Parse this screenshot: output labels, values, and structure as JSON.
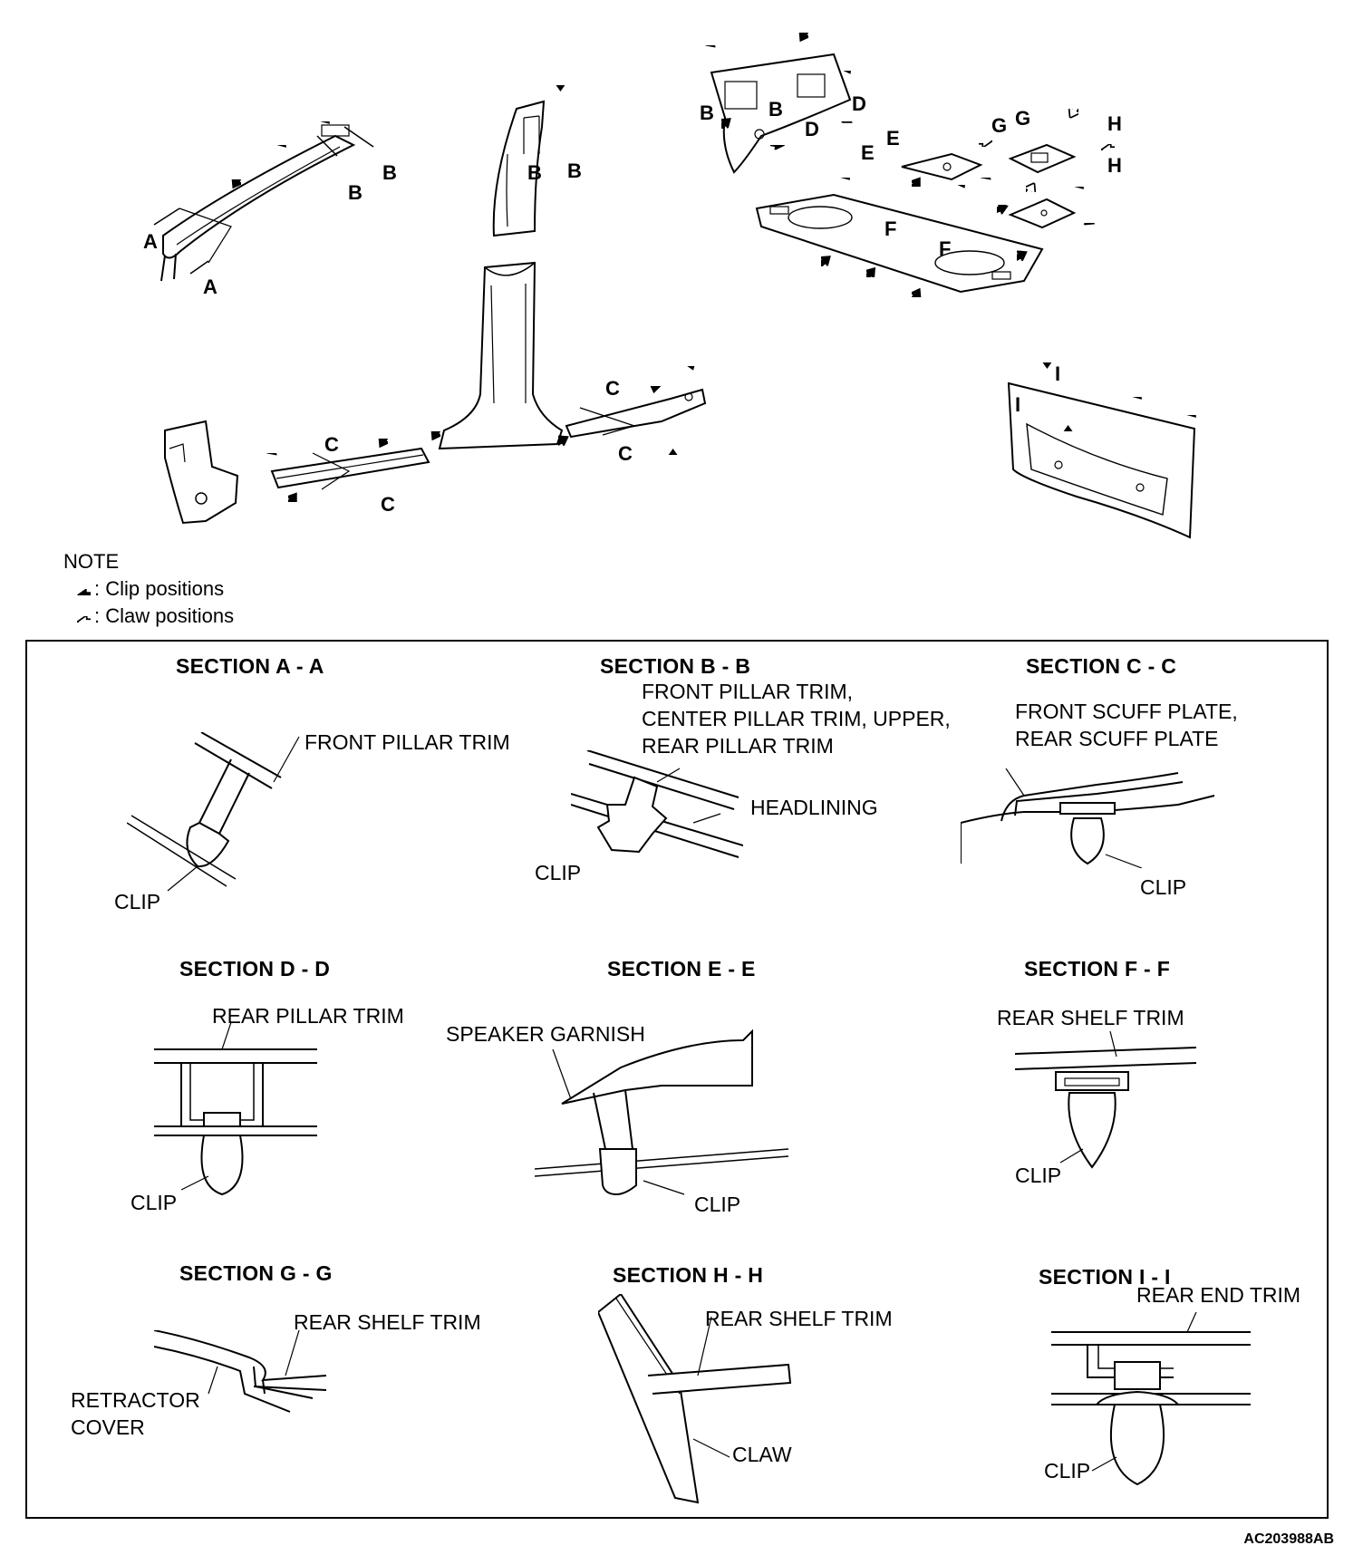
{
  "legend": {
    "title": "NOTE",
    "clip": ": Clip positions",
    "claw": ": Claw positions"
  },
  "part_letters": {
    "a": "A",
    "b": "B",
    "c": "C",
    "d": "D",
    "e": "E",
    "f": "F",
    "g": "G",
    "h": "H",
    "i": "I"
  },
  "sections": {
    "aa": {
      "title": "SECTION A - A",
      "part": "FRONT PILLAR TRIM",
      "clip": "CLIP"
    },
    "bb": {
      "title": "SECTION B - B",
      "part_lines": [
        "FRONT PILLAR TRIM,",
        "CENTER PILLAR TRIM, UPPER,",
        "REAR PILLAR TRIM"
      ],
      "headlining": "HEADLINING",
      "clip": "CLIP"
    },
    "cc": {
      "title": "SECTION C - C",
      "part_lines": [
        "FRONT SCUFF PLATE,",
        "REAR SCUFF PLATE"
      ],
      "clip": "CLIP"
    },
    "dd": {
      "title": "SECTION D - D",
      "part": "REAR PILLAR TRIM",
      "clip": "CLIP"
    },
    "ee": {
      "title": "SECTION E - E",
      "part": "SPEAKER GARNISH",
      "clip": "CLIP"
    },
    "ff": {
      "title": "SECTION F - F",
      "part": "REAR SHELF TRIM",
      "clip": "CLIP"
    },
    "gg": {
      "title": "SECTION G - G",
      "part": "REAR SHELF TRIM",
      "cover_lines": [
        "RETRACTOR",
        "COVER"
      ]
    },
    "hh": {
      "title": "SECTION H - H",
      "part": "REAR SHELF TRIM",
      "claw": "CLAW"
    },
    "ii": {
      "title": "SECTION I - I",
      "part": "REAR END TRIM",
      "clip": "CLIP"
    }
  },
  "doc_code": "AC203988AB"
}
